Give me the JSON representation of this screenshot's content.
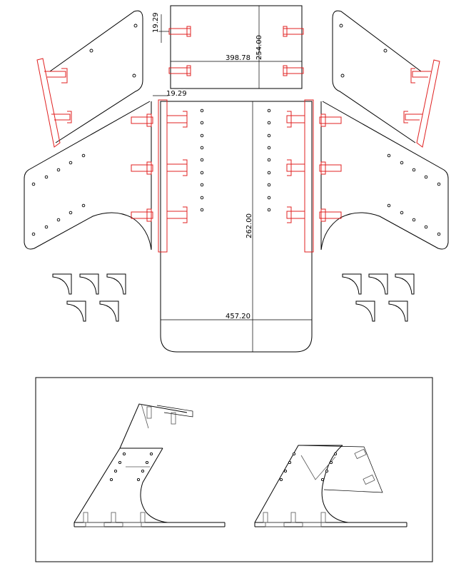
{
  "dimensions": {
    "top_plate_small_thickness": "19.29",
    "top_plate_height": "254.00",
    "top_plate_width": "398.78",
    "mid_thickness": "19.29",
    "base_plate_length": "262.00",
    "base_plate_width": "457.20"
  },
  "colors": {
    "outline": "#000000",
    "slot_highlight": "#e02020",
    "assembly_frame": "#000000"
  }
}
